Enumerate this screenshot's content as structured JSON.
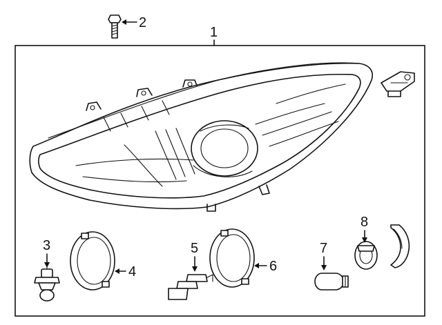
{
  "callouts": {
    "c1": "1",
    "c2": "2",
    "c3": "3",
    "c4": "4",
    "c5": "5",
    "c6": "6",
    "c7": "7",
    "c8": "8"
  },
  "icons": {
    "bolt": "bolt-icon",
    "headlamp": "headlamp-assembly-icon",
    "bracket": "mounting-bracket-icon",
    "bulb_h7": "halogen-bulb-icon",
    "cap_left": "bulb-cover-cap-icon",
    "bulb_h1": "halogen-bulb-icon",
    "cap_right": "bulb-cover-cap-icon",
    "signal_bulb": "turn-signal-bulb-icon",
    "socket": "bulb-socket-icon"
  }
}
